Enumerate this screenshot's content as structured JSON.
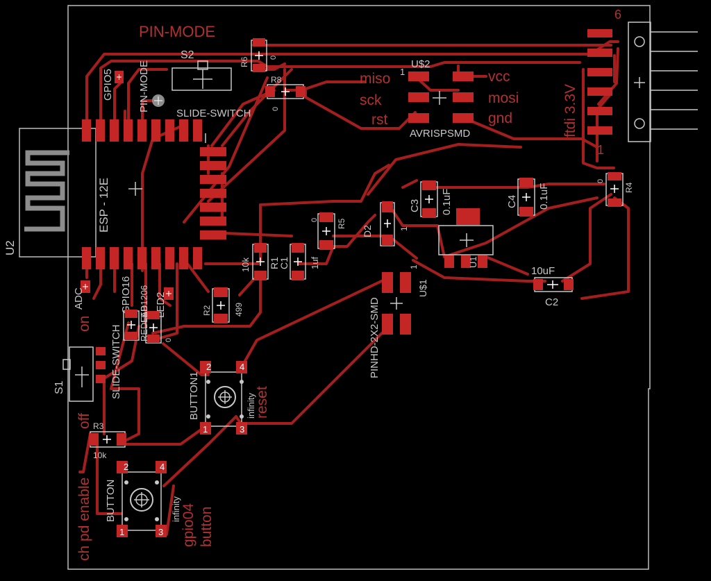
{
  "colors": {
    "background": "#000000",
    "trace": "#a51e1e",
    "pad": "#c42525",
    "label_red": "#b23131",
    "silk": "#c8c8c8",
    "outline": "#bdbdbd"
  },
  "labels": {
    "u2": "U2",
    "esp": "ESP - 12E",
    "pin_mode_top": "PIN-MODE",
    "pin_mode": "PIN-MODE",
    "s2": "S2",
    "slide_switch_top": "SLIDE-SWITCH",
    "gpio5": "GPIO5",
    "r6": "R6",
    "r6_val": "0",
    "r8": "R8",
    "r8_val": "0",
    "miso": "miso",
    "sck": "sck",
    "rst": "rst",
    "vcc": "vcc",
    "mosi": "mosi",
    "gnd": "gnd",
    "us2": "U$2",
    "avrisp": "AVRISPSMD",
    "pin1": "1",
    "ftdi": "ftdi 3.3V",
    "hdr6": "6",
    "hdr1": "1",
    "r4": "R4",
    "r4_val": "0",
    "c3": "C3",
    "c3_val": "0.1uF",
    "c4": "C4",
    "c4_val": "0.1uF",
    "d2": "D2",
    "d2_num": "1",
    "r5": "R5",
    "r5_val": "0",
    "r1": "R1",
    "r1_val": "10k",
    "c1": "C1",
    "c1_val": "1uf",
    "u1": "U1",
    "c2": "C2",
    "c2_val": "10uF",
    "us1": "U$1",
    "us1_num": "1",
    "pinhd": "PINHD-2X2-SMD",
    "r2": "R2",
    "r2_val": "499",
    "adc": "ADC",
    "gpio16": "GPIO16",
    "led1206": "LED1206",
    "led2": "LED2",
    "led2_val": "0",
    "redfab": "REDFAB",
    "on": "on",
    "s1": "S1",
    "slide_switch": "SLIDE-SWITCH",
    "off": "off",
    "r3": "R3",
    "r3_val": "10k",
    "ch_pd": "ch pd enable",
    "button1": "BUTTON1",
    "btn1_infinity": "infinity",
    "reset": "reset",
    "button": "BUTTON",
    "btn_infinity": "infinity",
    "gpio04": "gpio04",
    "button_lbl": "button",
    "n1": "1",
    "n2": "2",
    "n3": "3",
    "n4": "4",
    "m1": "1",
    "m2": "2",
    "m3": "3",
    "m4": "4"
  }
}
